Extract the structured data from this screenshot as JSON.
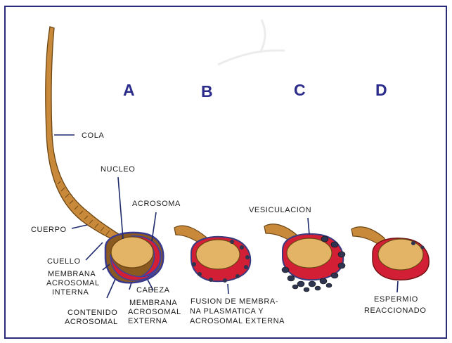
{
  "colors": {
    "frame": "#2a2a7a",
    "tail": "#c8893a",
    "tail_stroke": "#6b4513",
    "nucleus": "#e4b466",
    "acrosome_content": "#d21f35",
    "membrane": "#4040a0",
    "vesicle": "#2f3550",
    "leader": "#1e2a6e"
  },
  "panels": [
    "A",
    "B",
    "C",
    "D"
  ],
  "labels": {
    "cola": "COLA",
    "nucleo": "NUCLEO",
    "acrosoma": "ACROSOMA",
    "cuerpo": "CUERPO",
    "cuello": "CUELLO",
    "membrana_interna": [
      "MEMBRANA",
      "ACROSOMAL",
      "INTERNA"
    ],
    "cabeza": "CABEZA",
    "contenido": [
      "CONTENIDO",
      "ACROSOMAL"
    ],
    "membrana_externa": [
      "MEMBRANA",
      "ACROSOMAL",
      "EXTERNA"
    ],
    "vesiculacion": "VESICULACION",
    "fusion": [
      "FUSION DE MEMBRA-",
      "NA PLASMATICA Y",
      "ACROSOMAL EXTERNA"
    ],
    "espermio": [
      "ESPERMIO",
      "REACCIONADO"
    ]
  }
}
